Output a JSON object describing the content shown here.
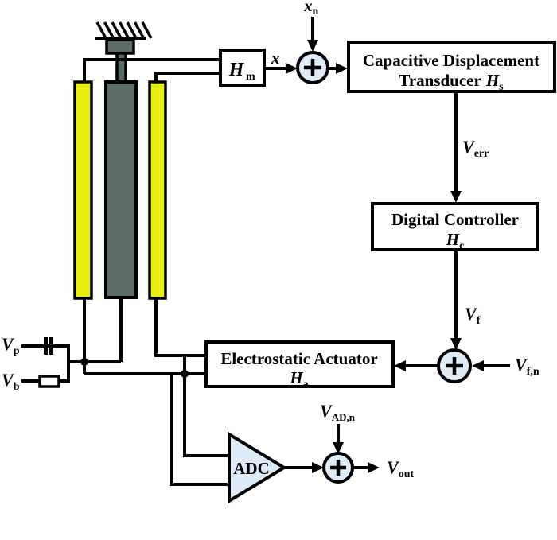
{
  "figure": {
    "type": "control-system block diagram",
    "description": "Closed-loop MEMS capacitive accelerometer signal diagram"
  },
  "colors": {
    "background": "#ffffff",
    "line": "#000000",
    "electrode": "#e8ee12",
    "mass": "#5b6b67",
    "junction_fill": "#dfecf8",
    "adc_fill": "#dcebf7",
    "block_fill": "#ffffff",
    "resistor_fill": "#ffffff"
  },
  "icons": {
    "junction_operator": "plus",
    "anchor_symbol": "ground-hatching",
    "capacitor_symbol": "capacitor",
    "resistor_symbol": "resistor"
  },
  "blocks": {
    "hm": {
      "sym": "H",
      "sub": "m"
    },
    "cdt": {
      "line1": "Capacitive Displacement",
      "line2": "Transducer",
      "sym": "H",
      "sub": "s"
    },
    "dc": {
      "line1": "Digital Controller",
      "sym": "H",
      "sub": "c"
    },
    "ea": {
      "line1": "Electrostatic Actuator",
      "sym": "H",
      "sub": "a"
    },
    "adc": {
      "label": "ADC"
    }
  },
  "signals": {
    "x": {
      "main": "x",
      "sub": ""
    },
    "xn": {
      "main": "x",
      "sub": "n"
    },
    "verr": {
      "main": "V",
      "sub": "err"
    },
    "vf": {
      "main": "V",
      "sub": "f"
    },
    "vfn": {
      "main": "V",
      "sub": "f,n"
    },
    "vadn": {
      "main": "V",
      "sub": "AD,n"
    },
    "vout": {
      "main": "V",
      "sub": "out"
    },
    "vp": {
      "main": "V",
      "sub": "p"
    },
    "vb": {
      "main": "V",
      "sub": "b"
    }
  },
  "junction_plus": "+"
}
